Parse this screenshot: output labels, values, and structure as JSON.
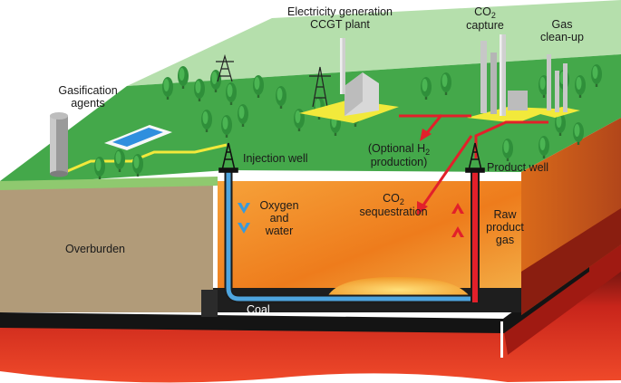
{
  "labels": {
    "electricity_generation": [
      "Electricity generation",
      "CCGT plant"
    ],
    "co2_capture": {
      "prefix": "CO",
      "sub": "2",
      "line2": "capture"
    },
    "gas_cleanup": [
      "Gas",
      "clean-up"
    ],
    "gasification_agents": [
      "Gasification",
      "agents"
    ],
    "optional_h2": {
      "line1_prefix": "(Optional H",
      "sub": "2",
      "line2": "production)"
    },
    "injection_well": "Injection well",
    "product_well": "Product well",
    "oxygen_water": [
      "Oxygen",
      "and",
      "water"
    ],
    "co2_sequestration": {
      "prefix": "CO",
      "sub": "2",
      "line2": "sequestration"
    },
    "raw_product_gas": [
      "Raw",
      "product",
      "gas"
    ],
    "overburden": "Overburden",
    "coal": "Coal"
  },
  "colors": {
    "grass": "#3fa847",
    "overburden": "#b09a78",
    "hot_zone": "#f08a1e",
    "injection_flow": "#3a9ad9",
    "product_flow": "#e2202a",
    "pipeline": "#f2e93b",
    "sequestration_arrow": "#e2202a"
  },
  "icons": [
    "tree-icon",
    "pylon-icon",
    "silo-icon",
    "well-derrick-icon",
    "pond-icon",
    "power-plant-icon",
    "chimney-icon"
  ]
}
